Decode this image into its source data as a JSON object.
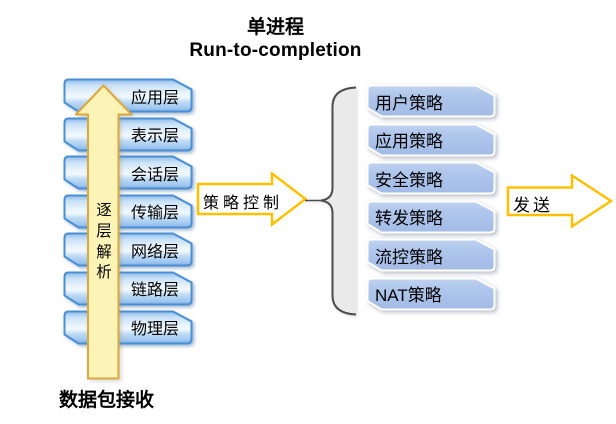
{
  "title": {
    "line1": "单进程",
    "line2": "Run-to-completion"
  },
  "osi_layers": [
    "应用层",
    "表示层",
    "会话层",
    "传输层",
    "网络层",
    "链路层",
    "物理层"
  ],
  "receive_flow": {
    "vertical_label": "逐层解析",
    "caption": "数据包接收"
  },
  "policy_control": {
    "label": "策略控制"
  },
  "send": {
    "label": "发送"
  },
  "policies": [
    "用户策略",
    "应用策略",
    "安全策略",
    "转发策略",
    "流控策略",
    "NAT策略"
  ],
  "colors": {
    "layer_border": "#4a8fd4",
    "policy_border": "#ffffff",
    "arrow_outline": "#ffc000",
    "big_arrow_fill": "#fbf4b6",
    "big_arrow_border": "#dca73e",
    "brace_fill": "#eaeaea",
    "brace_stroke": "#4d4d4d"
  }
}
